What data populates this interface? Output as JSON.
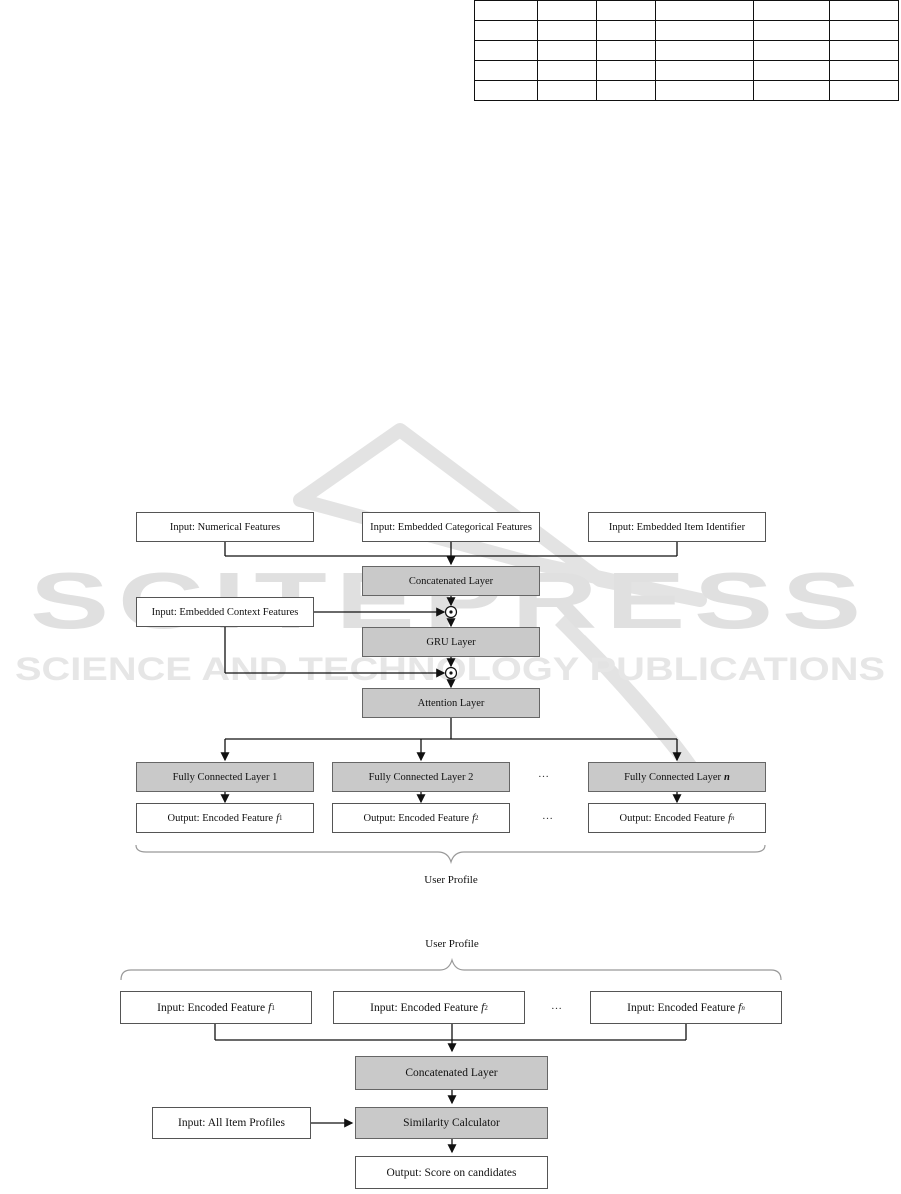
{
  "diagram1": {
    "input_numerical": "Input: Numerical Features",
    "input_categorical": "Input: Embedded Categorical Features",
    "input_item_id": "Input: Embedded Item Identifier",
    "concat": "Concatenated Layer",
    "input_context": "Input: Embedded Context Features",
    "gru": "GRU Layer",
    "attention": "Attention Layer",
    "fc1": "Fully Connected Layer 1",
    "fc2": "Fully Connected Layer 2",
    "fcn_prefix": "Fully Connected Layer ",
    "fcn_var": "n",
    "out_prefix": "Output: Encoded Feature ",
    "f": "f",
    "sub1": "1",
    "sub2": "2",
    "subn": "n",
    "ellipsis": "…",
    "user_profile": "User Profile",
    "multiply_symbol": "⊙"
  },
  "diagram2": {
    "user_profile": "User Profile",
    "in_prefix": "Input: Encoded Feature ",
    "f": "f",
    "sub1": "1",
    "sub2": "2",
    "subn": "n",
    "ellipsis": "…",
    "concat": "Concatenated Layer",
    "input_items": "Input: All Item Profiles",
    "similarity": "Similarity Calculator",
    "output": "Output: Score on candidates"
  },
  "watermark": {
    "line1": "SCITEPRESS",
    "line2": "SCIENCE AND TECHNOLOGY PUBLICATIONS",
    "color": "#d9d9d9"
  }
}
